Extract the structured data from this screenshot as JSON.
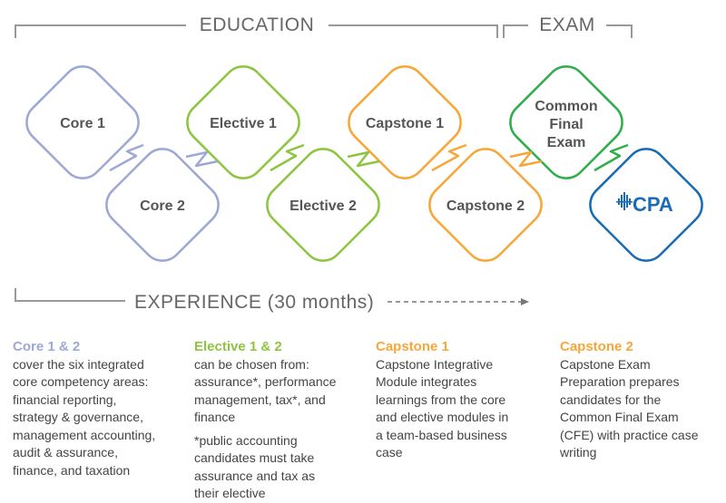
{
  "colors": {
    "core": "#9ea8d4",
    "elective": "#8cc63f",
    "capstone": "#f7a738",
    "exam": "#2eae4b",
    "cpa": "#1a6bb5",
    "bracket": "#999999"
  },
  "headers": {
    "education": "EDUCATION",
    "exam": "EXAM",
    "experience": "EXPERIENCE (30 months)"
  },
  "nodes": {
    "core1": "Core 1",
    "core2": "Core 2",
    "elective1": "Elective 1",
    "elective2": "Elective 2",
    "capstone1": "Capstone 1",
    "capstone2": "Capstone 2",
    "cfe_line1": "Common",
    "cfe_line2": "Final",
    "cfe_line3": "Exam",
    "cpa_logo": "CPA"
  },
  "descriptions": {
    "core": {
      "title": "Core 1 & 2",
      "lines": [
        "cover the six integrated",
        "core competency areas:",
        "financial reporting,",
        "strategy & governance,",
        "management accounting,",
        "audit & assurance,",
        "finance, and taxation"
      ]
    },
    "elective": {
      "title": "Elective 1 & 2",
      "lines": [
        "can be chosen from:",
        "assurance*, performance",
        "management, tax*, and",
        "finance"
      ],
      "note_lines": [
        "*public accounting",
        "candidates must take",
        "assurance and tax as",
        "their elective"
      ]
    },
    "capstone1": {
      "title": "Capstone 1",
      "lines": [
        "Capstone Integrative",
        "Module integrates",
        "learnings from the core",
        "and elective modules in",
        "a team-based business",
        "case"
      ]
    },
    "capstone2": {
      "title": "Capstone 2",
      "lines": [
        "Capstone Exam",
        "Preparation prepares",
        "candidates for the",
        "Common Final Exam",
        "(CFE) with practice case",
        "writing"
      ]
    }
  }
}
